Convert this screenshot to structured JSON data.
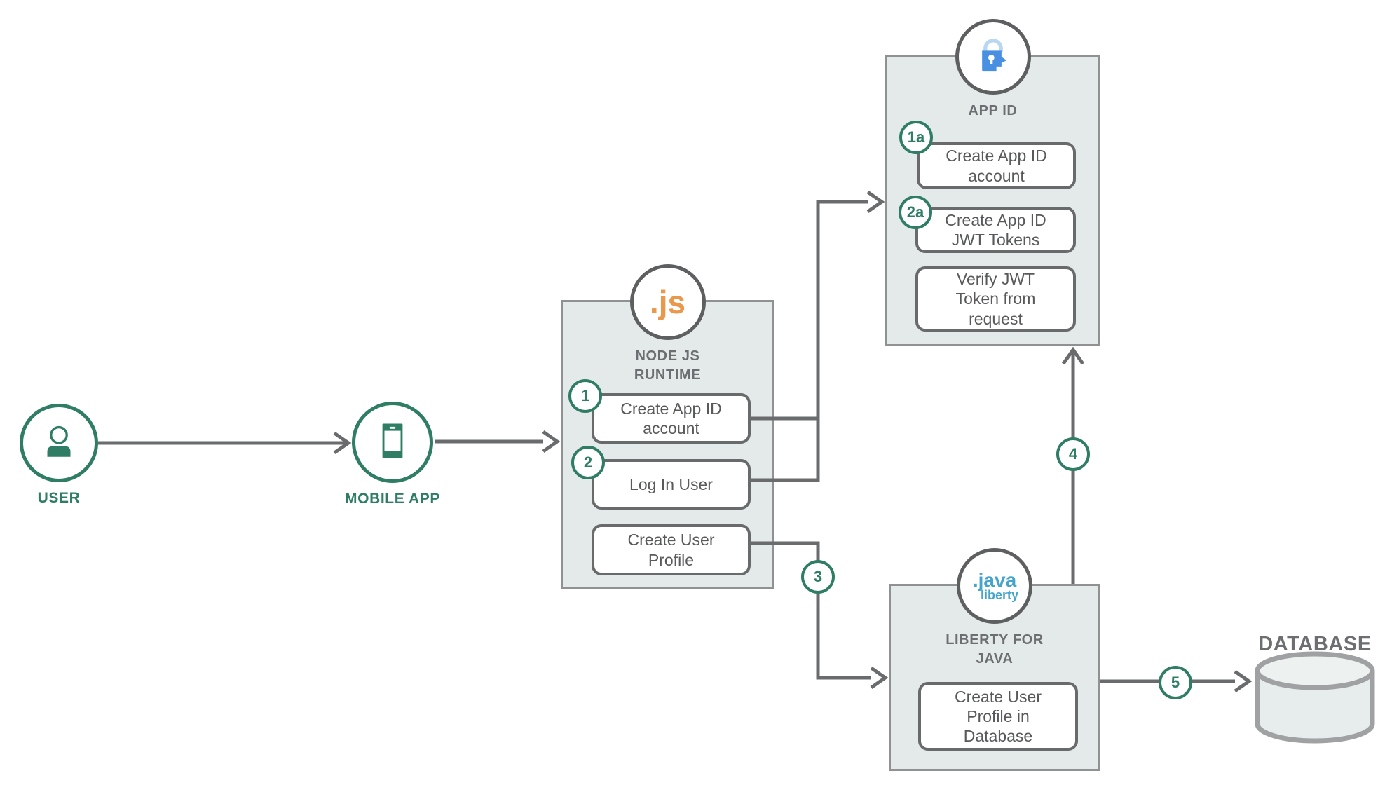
{
  "colors": {
    "green": "#2e7d64",
    "line_gray": "#6a6b6d",
    "box_fill": "#e4eae9",
    "box_border": "#8f9193",
    "title_gray": "#6d6e71",
    "button_text": "#58595b",
    "button_border": "#696a6c",
    "circle_border": "#5e5f61",
    "nodejs_orange": "#e9984c",
    "liberty_blue": "#45a4cc",
    "appid_blue": "#4a90e2",
    "appid_blue_light": "#b9d7f2",
    "db_fill": "#e7edec",
    "db_top_fill": "#edf2f1",
    "db_border": "#9fa1a2"
  },
  "icons": {
    "user": "user-icon",
    "mobile_app": "phone-icon",
    "appid": "lock-head-icon",
    "database": "database-cylinder-icon"
  },
  "nodes": {
    "user": {
      "label": "USER"
    },
    "mobile_app": {
      "label": "MOBILE APP"
    },
    "database": {
      "label": "DATABASE"
    }
  },
  "containers": {
    "nodejs": {
      "logo_text": ".js",
      "title": "NODE JS\nRUNTIME",
      "steps": [
        {
          "badge": "1",
          "label": "Create App ID\naccount"
        },
        {
          "badge": "2",
          "label": "Log In User"
        },
        {
          "badge": "",
          "label": "Create User\nProfile"
        }
      ]
    },
    "appid": {
      "title": "APP ID",
      "steps": [
        {
          "badge": "1a",
          "label": "Create App ID\naccount"
        },
        {
          "badge": "2a",
          "label": "Create App ID\nJWT Tokens"
        },
        {
          "badge": "",
          "label": "Verify JWT\nToken from\nrequest"
        }
      ]
    },
    "liberty": {
      "logo_text_main": ".java",
      "logo_text_sub": "liberty",
      "title": "LIBERTY FOR\nJAVA",
      "steps": [
        {
          "badge": "",
          "label": "Create User\nProfile in\nDatabase"
        }
      ]
    }
  },
  "flow_badges": [
    {
      "label": "3"
    },
    {
      "label": "4"
    },
    {
      "label": "5"
    }
  ]
}
